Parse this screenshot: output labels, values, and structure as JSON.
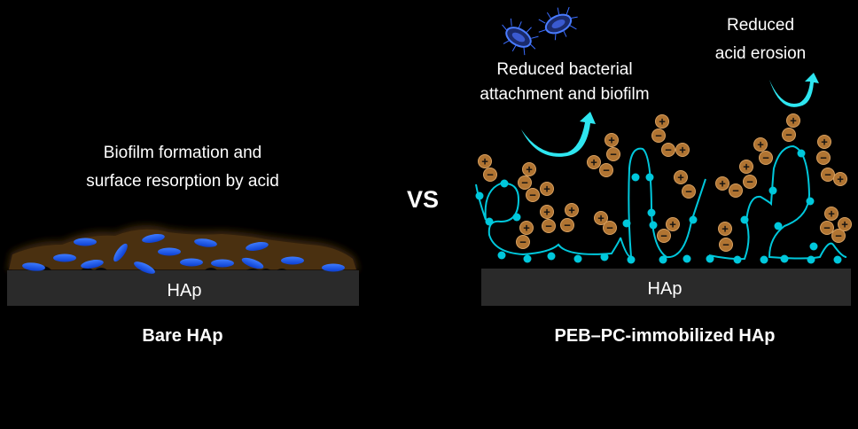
{
  "left_panel": {
    "caption_lines": [
      "Biofilm formation and",
      "surface resorption by acid"
    ],
    "substrate_label": "HAp",
    "title": "Bare HAp"
  },
  "vs_label": "VS",
  "right_panel": {
    "bacteria_caption_lines": [
      "Reduced bacterial",
      "attachment and biofilm"
    ],
    "acid_caption_lines": [
      "Reduced",
      "acid erosion"
    ],
    "substrate_label": "HAp",
    "title": "PEB–PC-immobilized HAp",
    "charge_plus": "+",
    "charge_minus": "−"
  },
  "colors": {
    "substrate": "#2a2a2a",
    "biofilm": "#4a3010",
    "bacteria_blue": "#1f5fe8",
    "polymer_cyan": "#00c8dc",
    "arrow_cyan": "#2ee6f0",
    "charge_brown": "#b07432"
  }
}
